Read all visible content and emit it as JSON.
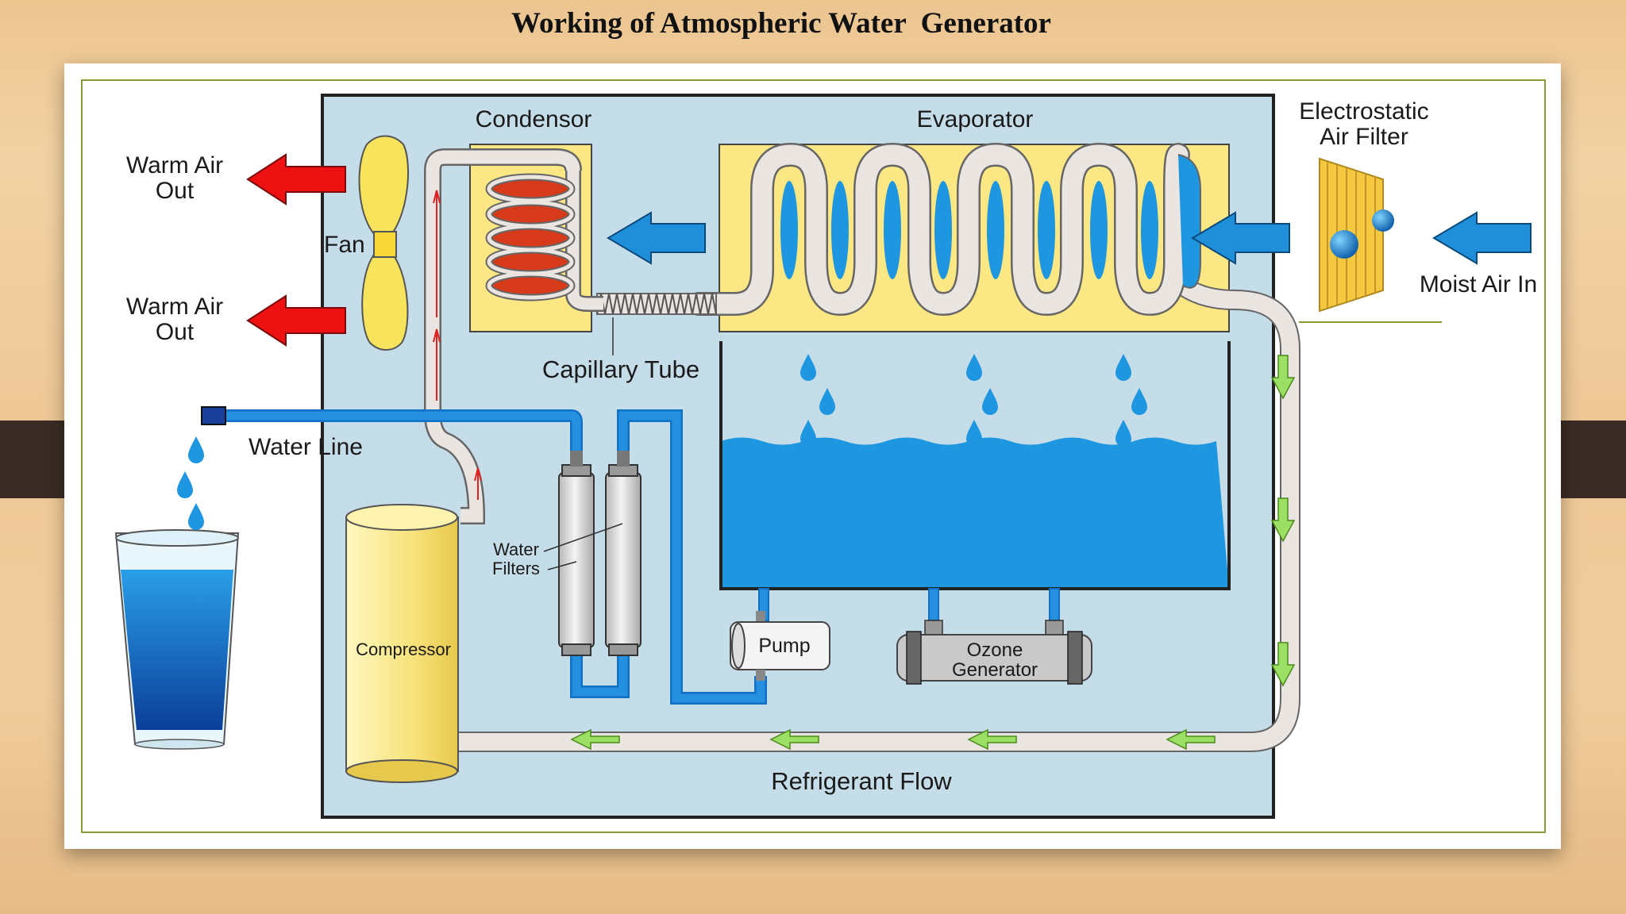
{
  "title": "Working of Atmospheric Water  Generator",
  "labels": {
    "condensor": "Condensor",
    "evaporator": "Evaporator",
    "electrostatic_line1": "Electrostatic",
    "electrostatic_line2": "Air Filter",
    "warm_air_1_line1": "Warm Air",
    "warm_air_1_line2": "Out",
    "warm_air_2_line1": "Warm Air",
    "warm_air_2_line2": "Out",
    "fan": "Fan",
    "moist_air_in": "Moist Air In",
    "capillary_tube": "Capillary Tube",
    "water_line": "Water Line",
    "water_filters_line1": "Water",
    "water_filters_line2": "Filters",
    "compressor": "Compressor",
    "pump": "Pump",
    "ozone_line1": "Ozone",
    "ozone_line2": "Generator",
    "refrigerant_flow": "Refrigerant Flow"
  },
  "colors": {
    "panel": "#c5dde8",
    "water": "#1f96e0",
    "yellow": "#fbe783",
    "red_arrow": "#ee1111",
    "blue_arrow": "#1e8fd8",
    "green_arrow": "#7ccc44",
    "pipe": "#ebe5e2",
    "frame_green": "#8a9a3a"
  },
  "icons": [
    "fan-icon",
    "compressor-icon",
    "water-glass-icon",
    "air-filter-icon",
    "pump-icon",
    "ozone-generator-icon",
    "water-drop-icon"
  ]
}
